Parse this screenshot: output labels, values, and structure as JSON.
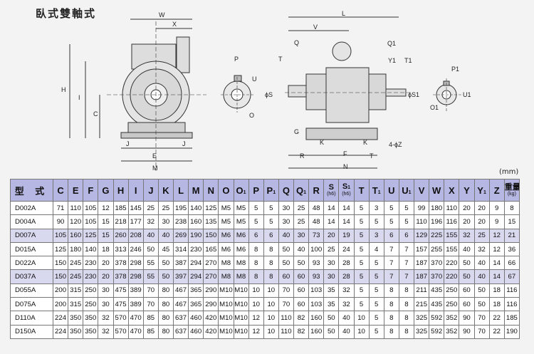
{
  "title": "臥式雙軸式",
  "unit_label": "(mm)",
  "dimension_labels": {
    "front_view": [
      "W",
      "X",
      "H",
      "I",
      "C",
      "J",
      "J",
      "E",
      "M"
    ],
    "shaft_section_left": [
      "P",
      "U",
      "ϕS",
      "O"
    ],
    "side_view": [
      "L",
      "V",
      "Q",
      "T",
      "Q1",
      "Y1",
      "T1",
      "G",
      "ϕS1",
      "K",
      "K",
      "4-ϕZ",
      "R",
      "F",
      "T",
      "N"
    ],
    "shaft_section_right": [
      "P1",
      "U1",
      "O1"
    ]
  },
  "table": {
    "headers": [
      {
        "main": "型 式"
      },
      {
        "main": "C"
      },
      {
        "main": "E"
      },
      {
        "main": "F"
      },
      {
        "main": "G"
      },
      {
        "main": "H"
      },
      {
        "main": "I"
      },
      {
        "main": "J"
      },
      {
        "main": "K"
      },
      {
        "main": "L"
      },
      {
        "main": "M"
      },
      {
        "main": "N"
      },
      {
        "main": "O"
      },
      {
        "main": "O",
        "sub": "1"
      },
      {
        "main": "P"
      },
      {
        "main": "P",
        "sub": "1"
      },
      {
        "main": "Q"
      },
      {
        "main": "Q",
        "sub": "1"
      },
      {
        "main": "R"
      },
      {
        "main": "S",
        "note": "(h6)"
      },
      {
        "main": "S",
        "sub": "1",
        "note": "(h6)"
      },
      {
        "main": "T"
      },
      {
        "main": "T",
        "sub": "1"
      },
      {
        "main": "U"
      },
      {
        "main": "U",
        "sub": "1"
      },
      {
        "main": "V"
      },
      {
        "main": "W"
      },
      {
        "main": "X"
      },
      {
        "main": "Y"
      },
      {
        "main": "Y",
        "sub": "1"
      },
      {
        "main": "Z"
      },
      {
        "main": "重量",
        "note": "(kg)"
      }
    ],
    "highlight_rows": [
      2,
      5
    ],
    "rows": [
      [
        "D002A",
        "71",
        "110",
        "105",
        "12",
        "185",
        "145",
        "25",
        "25",
        "195",
        "140",
        "125",
        "M5",
        "M5",
        "5",
        "5",
        "30",
        "25",
        "48",
        "14",
        "14",
        "5",
        "3",
        "5",
        "5",
        "99",
        "180",
        "110",
        "20",
        "20",
        "9",
        "8"
      ],
      [
        "D004A",
        "90",
        "120",
        "105",
        "15",
        "218",
        "177",
        "32",
        "30",
        "238",
        "160",
        "135",
        "M5",
        "M5",
        "5",
        "5",
        "30",
        "25",
        "48",
        "14",
        "14",
        "5",
        "5",
        "5",
        "5",
        "110",
        "196",
        "116",
        "20",
        "20",
        "9",
        "15"
      ],
      [
        "D007A",
        "105",
        "160",
        "125",
        "15",
        "260",
        "208",
        "40",
        "40",
        "269",
        "190",
        "150",
        "M6",
        "M6",
        "6",
        "6",
        "40",
        "30",
        "73",
        "20",
        "19",
        "5",
        "3",
        "6",
        "6",
        "129",
        "225",
        "155",
        "32",
        "25",
        "12",
        "21"
      ],
      [
        "D015A",
        "125",
        "180",
        "140",
        "18",
        "313",
        "246",
        "50",
        "45",
        "314",
        "230",
        "165",
        "M6",
        "M6",
        "8",
        "8",
        "50",
        "40",
        "100",
        "25",
        "24",
        "5",
        "4",
        "7",
        "7",
        "157",
        "255",
        "155",
        "40",
        "32",
        "12",
        "36"
      ],
      [
        "D022A",
        "150",
        "245",
        "230",
        "20",
        "378",
        "298",
        "55",
        "50",
        "387",
        "294",
        "270",
        "M8",
        "M8",
        "8",
        "8",
        "50",
        "50",
        "93",
        "30",
        "28",
        "5",
        "5",
        "7",
        "7",
        "187",
        "370",
        "220",
        "50",
        "40",
        "14",
        "66"
      ],
      [
        "D037A",
        "150",
        "245",
        "230",
        "20",
        "378",
        "298",
        "55",
        "50",
        "397",
        "294",
        "270",
        "M8",
        "M8",
        "8",
        "8",
        "60",
        "60",
        "93",
        "30",
        "28",
        "5",
        "5",
        "7",
        "7",
        "187",
        "370",
        "220",
        "50",
        "40",
        "14",
        "67"
      ],
      [
        "D055A",
        "200",
        "315",
        "250",
        "30",
        "475",
        "389",
        "70",
        "80",
        "467",
        "365",
        "290",
        "M10",
        "M10",
        "10",
        "10",
        "70",
        "60",
        "103",
        "35",
        "32",
        "5",
        "5",
        "8",
        "8",
        "211",
        "435",
        "250",
        "60",
        "50",
        "18",
        "116"
      ],
      [
        "D075A",
        "200",
        "315",
        "250",
        "30",
        "475",
        "389",
        "70",
        "80",
        "467",
        "365",
        "290",
        "M10",
        "M10",
        "10",
        "10",
        "70",
        "60",
        "103",
        "35",
        "32",
        "5",
        "5",
        "8",
        "8",
        "215",
        "435",
        "250",
        "60",
        "50",
        "18",
        "116"
      ],
      [
        "D110A",
        "224",
        "350",
        "350",
        "32",
        "570",
        "470",
        "85",
        "80",
        "637",
        "460",
        "420",
        "M10",
        "M10",
        "12",
        "10",
        "110",
        "82",
        "160",
        "50",
        "40",
        "10",
        "5",
        "8",
        "8",
        "325",
        "592",
        "352",
        "90",
        "70",
        "22",
        "185"
      ],
      [
        "D150A",
        "224",
        "350",
        "350",
        "32",
        "570",
        "470",
        "85",
        "80",
        "637",
        "460",
        "420",
        "M10",
        "M10",
        "12",
        "10",
        "110",
        "82",
        "160",
        "50",
        "40",
        "10",
        "5",
        "8",
        "8",
        "325",
        "592",
        "352",
        "90",
        "70",
        "22",
        "190"
      ]
    ]
  }
}
